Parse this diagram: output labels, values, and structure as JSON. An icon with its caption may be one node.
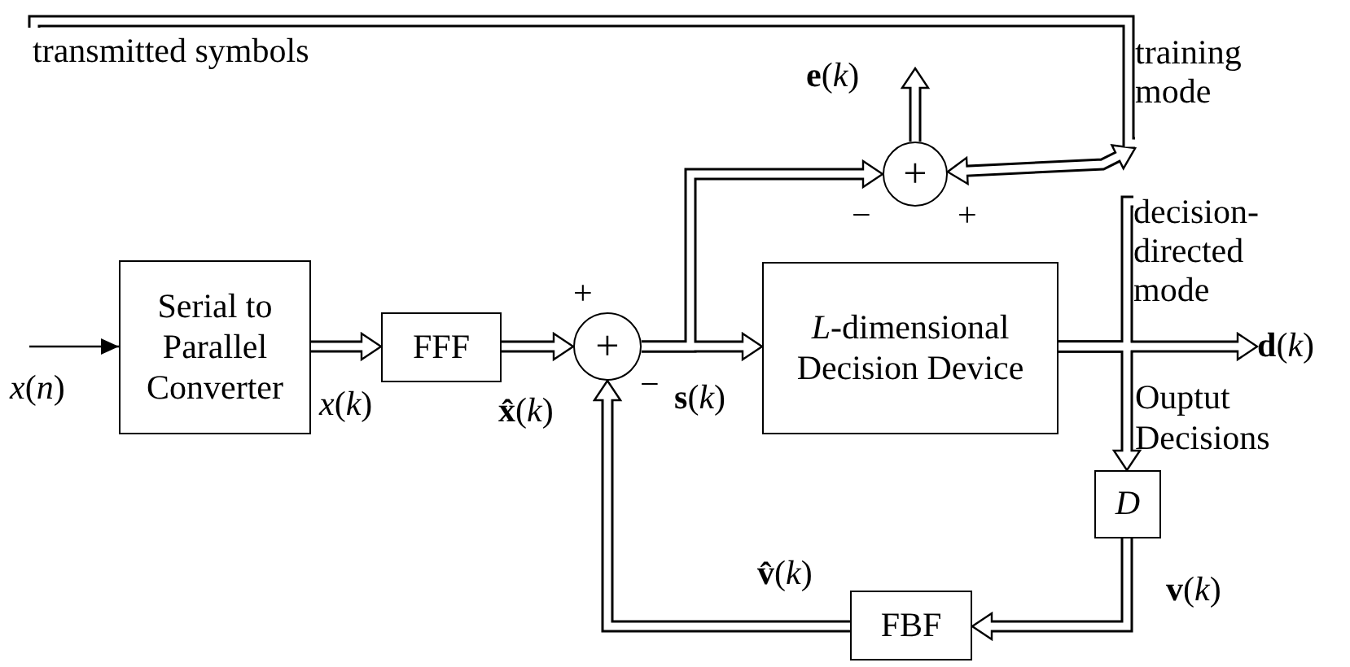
{
  "diagram": {
    "nodes": [
      {
        "text": [
          "Serial to Parallel Converter"
        ]
      },
      {
        "text": [
          "FFF"
        ]
      },
      {
        "text": [
          "+"
        ]
      },
      {
        "text": [
          "*L*-dimensional Decision Device"
        ]
      },
      {
        "text": [
          "*D*"
        ]
      },
      {
        "text": [
          "FBF"
        ]
      },
      {
        "text": [
          "+"
        ]
      },
      {
        "text": [
          "transmitted symbols"
        ]
      },
      {
        "text": [
          "**d**(*k*)"
        ]
      },
      {
        "text": [
          "training mode"
        ]
      },
      {
        "text": [
          "decision-directed mode"
        ]
      }
    ],
    "edges": [
      {
        "from": null,
        "to": 0,
        "arrow": "to",
        "label": "*x*(*n*)",
        "color": "#000000"
      },
      {
        "from": 0,
        "to": 1,
        "arrow": "to",
        "label": "*x*(*k*)"
      },
      {
        "from": 1,
        "to": 2,
        "arrow": "to",
        "label": "**x̂**(*k*)"
      },
      {
        "from": 2,
        "to": 3,
        "arrow": "to",
        "label": "**s**(*k*)"
      },
      {
        "from": 2,
        "to": 6,
        "arrow": "to"
      },
      {
        "from": 6,
        "to": null,
        "arrow": "to",
        "label": "**e**(*k*)"
      },
      {
        "from": 3,
        "to": 8,
        "arrow": "to"
      },
      {
        "from": 3,
        "to": 4,
        "arrow": "to",
        "label": "Ouptut Decisions"
      },
      {
        "from": 3,
        "to": 10,
        "arrow": "none"
      },
      {
        "from": 4,
        "to": 5,
        "arrow": "to",
        "label": "**v**(*k*)"
      },
      {
        "from": 5,
        "to": 2,
        "arrow": "to",
        "label": "**v̂**(*k*)"
      },
      {
        "from": 7,
        "to": 9,
        "arrow": "none"
      },
      {
        "from": 9,
        "to": 6,
        "arrow": "both"
      }
    ],
    "labels": [
      "+",
      "−",
      "−",
      "+"
    ]
  }
}
